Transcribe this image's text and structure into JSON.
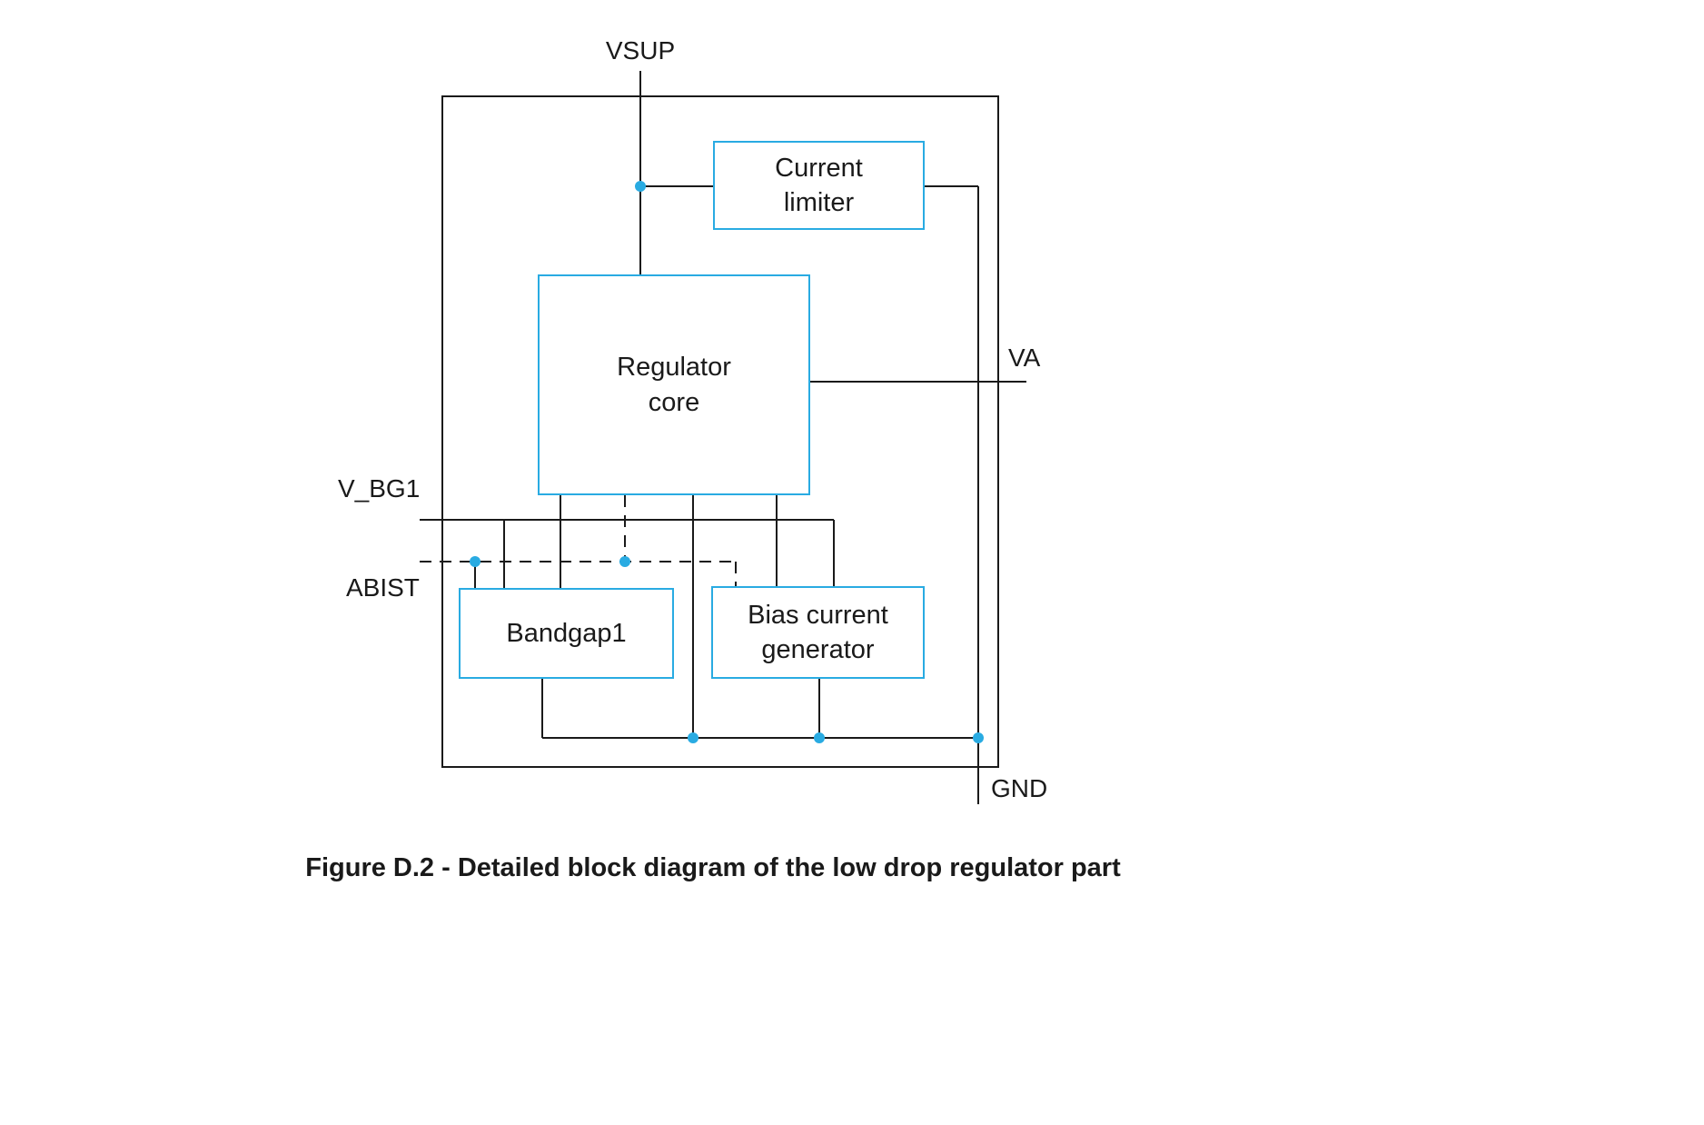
{
  "diagram": {
    "blocks": {
      "current_limiter": {
        "label": "Current\nlimiter"
      },
      "regulator_core": {
        "label": "Regulator\ncore"
      },
      "bandgap1": {
        "label": "Bandgap1"
      },
      "bias_current_generator": {
        "label": "Bias current\ngenerator"
      }
    },
    "labels": {
      "vsup": "VSUP",
      "va": "VA",
      "v_bg1": "V_BG1",
      "abist": "ABIST",
      "gnd": "GND"
    },
    "caption": "Figure D.2 - Detailed block diagram of the low drop regulator part",
    "colors": {
      "block_border": "#29ABE2",
      "junction_dot": "#29ABE2",
      "wire": "#1a1a1a",
      "text": "#1a1a1a",
      "background": "#ffffff"
    }
  }
}
